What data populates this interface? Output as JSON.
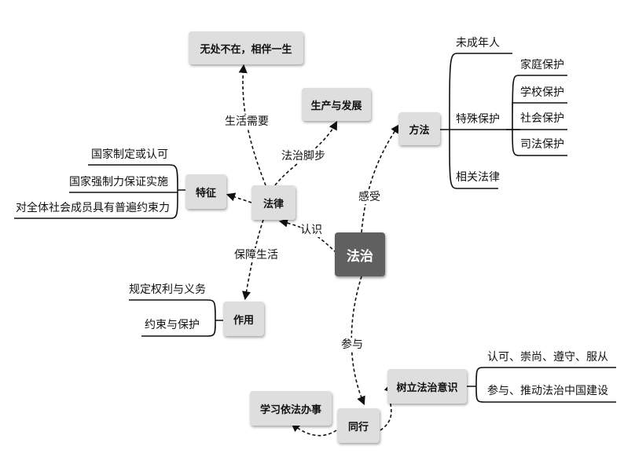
{
  "center": "法治",
  "nodes": {
    "wuchu": "无处不在，相伴一生",
    "shengchan": "生产与发展",
    "falv": "法律",
    "tezheng": "特征",
    "zuoyong": "作用",
    "fangfa": "方法",
    "shuli": "树立法治意识",
    "tongxing": "同行",
    "xuexi": "学习依法办事"
  },
  "edge_labels": {
    "shenghuo": "生活需要",
    "fazhi_jiaobu": "法治脚步",
    "renshi": "认识",
    "ganshou": "感受",
    "baozhang": "保障生活",
    "canyu": "参与"
  },
  "tezheng_items": [
    "国家制定或认可",
    "国家强制力保证实施",
    "对全体社会成员具有普遍约束力"
  ],
  "zuoyong_items": [
    "规定权利与义务",
    "约束与保护"
  ],
  "fangfa": {
    "items": [
      "未成年人",
      "特殊保护",
      "相关法律"
    ],
    "special": [
      "家庭保护",
      "学校保护",
      "社会保护",
      "司法保护"
    ]
  },
  "shuli_items": [
    "认可、崇尚、遵守、服从",
    "参与、推动法治中国建设"
  ]
}
